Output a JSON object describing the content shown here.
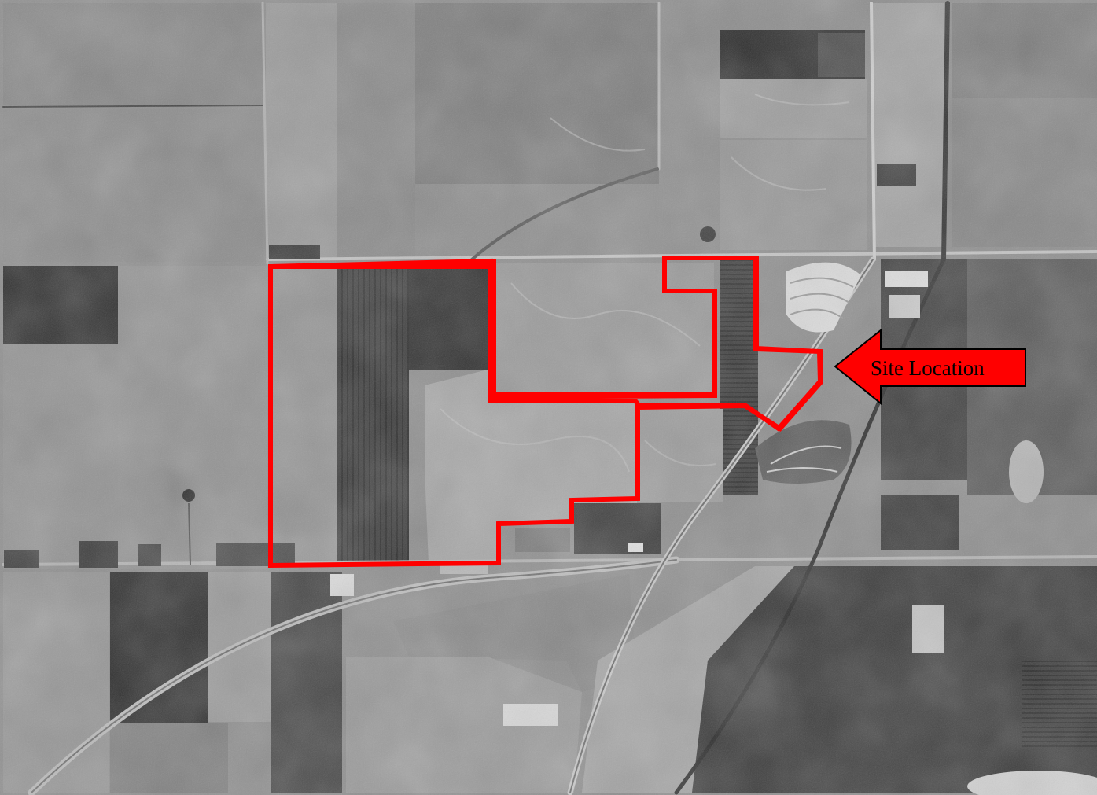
{
  "annotation": {
    "label": "Site Location",
    "boundary_color": "#ff0000",
    "arrow_color": "#ff0000"
  },
  "imagery": {
    "style": "grayscale aerial photograph",
    "features": [
      "agricultural-fields",
      "highway",
      "railroad",
      "county-roads",
      "residential-subdivision",
      "drive-in-theater",
      "wooded-area",
      "pond"
    ]
  }
}
